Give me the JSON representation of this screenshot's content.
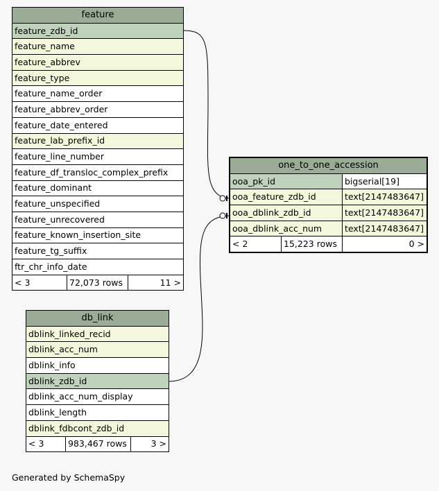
{
  "tables": {
    "feature": {
      "name": "feature",
      "columns": [
        {
          "name": "feature_zdb_id",
          "role": "pk"
        },
        {
          "name": "feature_name",
          "role": "fk"
        },
        {
          "name": "feature_abbrev",
          "role": "fk"
        },
        {
          "name": "feature_type",
          "role": "fk"
        },
        {
          "name": "feature_name_order",
          "role": "plain"
        },
        {
          "name": "feature_abbrev_order",
          "role": "plain"
        },
        {
          "name": "feature_date_entered",
          "role": "plain"
        },
        {
          "name": "feature_lab_prefix_id",
          "role": "fk"
        },
        {
          "name": "feature_line_number",
          "role": "plain"
        },
        {
          "name": "feature_df_transloc_complex_prefix",
          "role": "plain"
        },
        {
          "name": "feature_dominant",
          "role": "plain"
        },
        {
          "name": "feature_unspecified",
          "role": "plain"
        },
        {
          "name": "feature_unrecovered",
          "role": "plain"
        },
        {
          "name": "feature_known_insertion_site",
          "role": "plain"
        },
        {
          "name": "feature_tg_suffix",
          "role": "plain"
        },
        {
          "name": "ftr_chr_info_date",
          "role": "plain"
        }
      ],
      "footer": {
        "parents": "< 3",
        "rows": "72,073 rows",
        "children": "11 >"
      }
    },
    "db_link": {
      "name": "db_link",
      "columns": [
        {
          "name": "dblink_linked_recid",
          "role": "fk"
        },
        {
          "name": "dblink_acc_num",
          "role": "fk"
        },
        {
          "name": "dblink_info",
          "role": "plain"
        },
        {
          "name": "dblink_zdb_id",
          "role": "pk"
        },
        {
          "name": "dblink_acc_num_display",
          "role": "plain"
        },
        {
          "name": "dblink_length",
          "role": "plain"
        },
        {
          "name": "dblink_fdbcont_zdb_id",
          "role": "fk"
        }
      ],
      "footer": {
        "parents": "< 3",
        "rows": "983,467 rows",
        "children": "3 >"
      }
    },
    "one_to_one_accession": {
      "name": "one_to_one_accession",
      "columns": [
        {
          "name": "ooa_pk_id",
          "type": "bigserial[19]",
          "role": "pk"
        },
        {
          "name": "ooa_feature_zdb_id",
          "type": "text[2147483647]",
          "role": "fk"
        },
        {
          "name": "ooa_dblink_zdb_id",
          "type": "text[2147483647]",
          "role": "fk"
        },
        {
          "name": "ooa_dblink_acc_num",
          "type": "text[2147483647]",
          "role": "fk"
        }
      ],
      "footer": {
        "parents": "< 2",
        "rows": "15,223 rows",
        "children": "0 >"
      }
    }
  },
  "footer_note": "Generated by SchemaSpy",
  "colors": {
    "header": "#9aab96",
    "pk": "#bfd2bb",
    "fk": "#f4f7db",
    "plain": "#ffffff",
    "background": "#f7f7f7"
  }
}
